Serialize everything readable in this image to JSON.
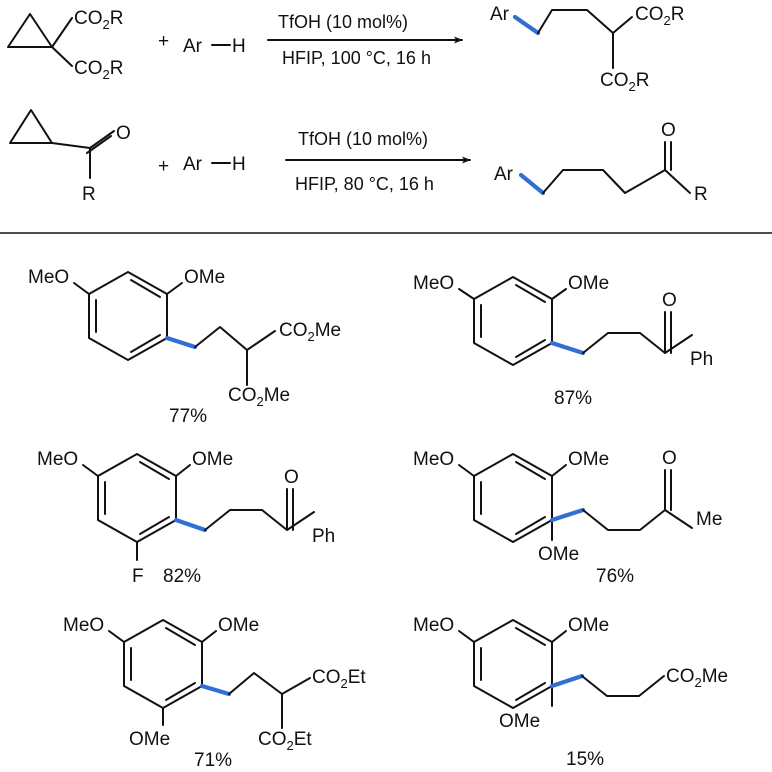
{
  "colors": {
    "bond": "#111111",
    "highlight": "#2f6fd6"
  },
  "reaction1": {
    "condition_top": "TfOH (10 mol%)",
    "condition_bottom": "HFIP, 100 °C, 16 h",
    "plus": "+",
    "reagent": "Ar",
    "reagent_h": "H",
    "sub_r": "R",
    "prod_ar": "Ar"
  },
  "reaction2": {
    "condition_top": "TfOH (10 mol%)",
    "condition_bottom": "HFIP, 80 °C, 16 h",
    "plus": "+",
    "reagent": "Ar",
    "reagent_h": "H",
    "o_label": "O",
    "r_label": "R",
    "prod_ar": "Ar"
  },
  "products": [
    {
      "yield": "77%"
    },
    {
      "yield": "87%"
    },
    {
      "yield": "82%"
    },
    {
      "yield": "76%"
    },
    {
      "yield": "71%"
    },
    {
      "yield": "15%"
    }
  ],
  "labels": {
    "co": "CO",
    "two": "2",
    "r": "R",
    "me": "Me",
    "et": "Et",
    "meo": "MeO",
    "ome": "OMe",
    "o": "O",
    "ph": "Ph",
    "f": "F"
  }
}
